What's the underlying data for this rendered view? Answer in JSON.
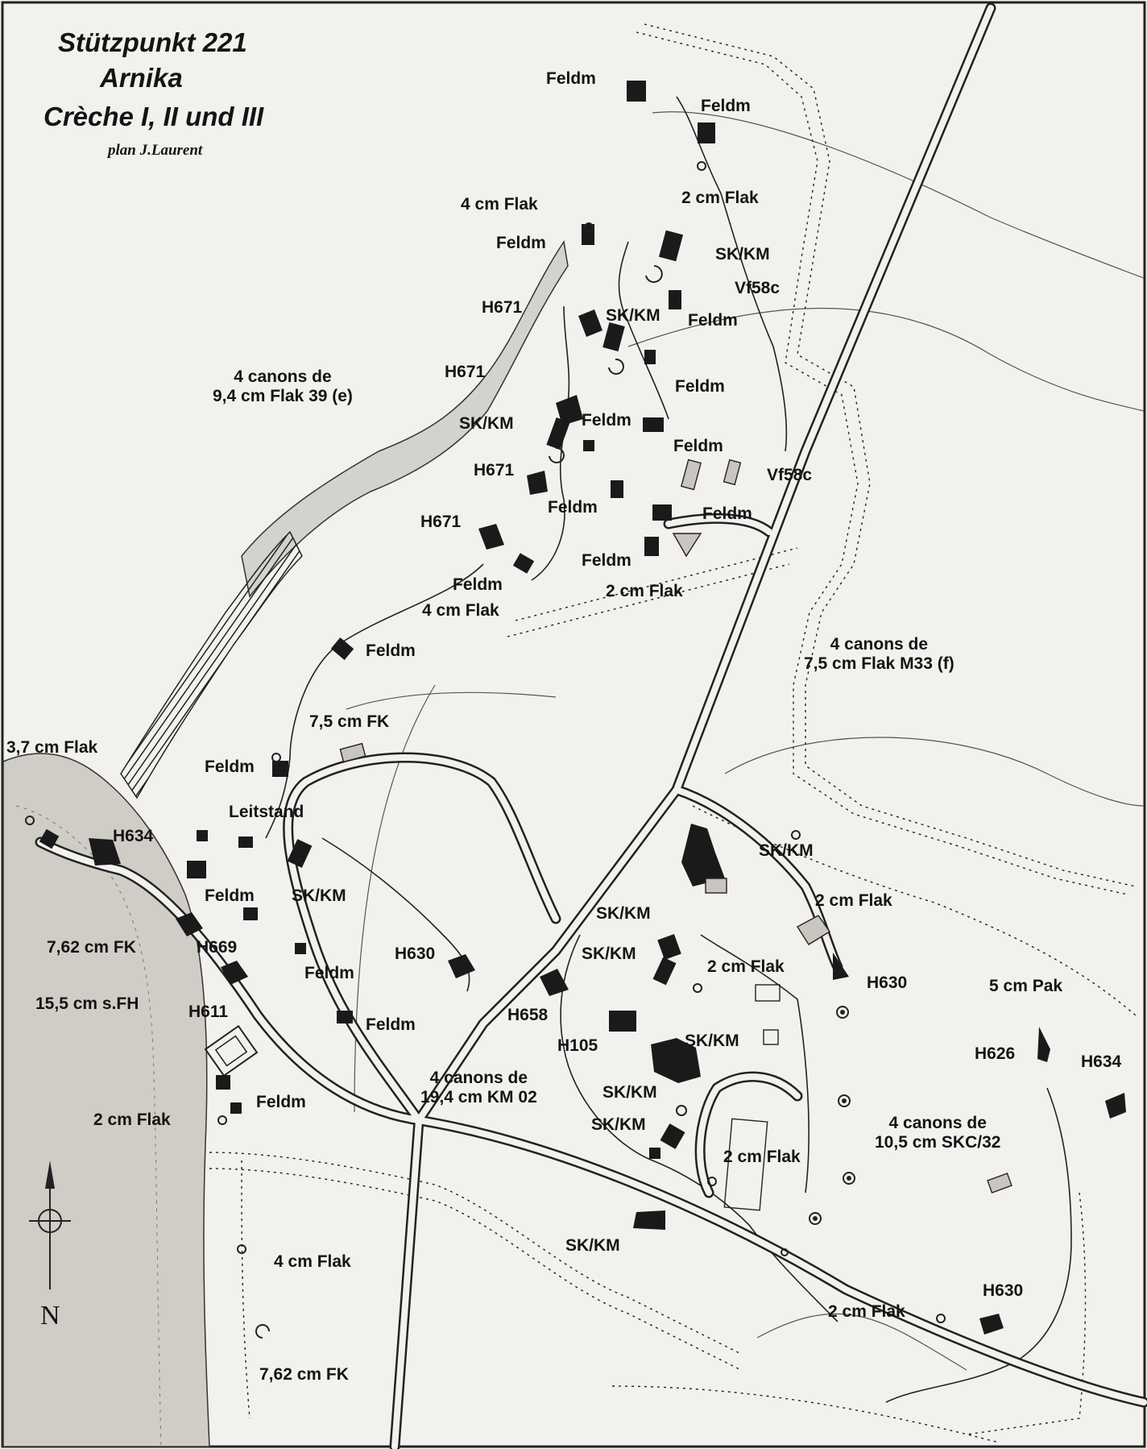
{
  "title": {
    "line1": "Stützpunkt 221",
    "line2": "Arnika",
    "line3": "Crèche I, II und III",
    "author": "plan J.Laurent"
  },
  "north_letter": "N",
  "labels": {
    "feldm": "Feldm",
    "sk_km": "SK/KM",
    "flak_2cm": "2 cm Flak",
    "flak_4cm": "4 cm Flak",
    "flak_37": "3,7 cm Flak",
    "h671": "H671",
    "h630": "H630",
    "h634": "H634",
    "h669": "H669",
    "h611": "H611",
    "h658": "H658",
    "h105": "H105",
    "h626": "H626",
    "vf58c": "Vf58c",
    "leitstand": "Leitstand",
    "fk_75": "7,5 cm FK",
    "fk_762": "7,62 cm FK",
    "sfh_155": "15,5 cm s.FH",
    "pak_5cm": "5 cm Pak",
    "canons_94_l1": "4 canons de",
    "canons_94_l2": "9,4 cm Flak 39 (e)",
    "canons_75_l1": "4 canons de",
    "canons_75_l2": "7,5 cm Flak M33 (f)",
    "canons_194_l1": "4 canons de",
    "canons_194_l2": "19,4 cm KM 02",
    "canons_105_l1": "4 canons de",
    "canons_105_l2": "10,5 cm SKC/32"
  },
  "colors": {
    "ink": "#141414",
    "paper": "#f2f1ee",
    "shade": "#bdbab2"
  }
}
